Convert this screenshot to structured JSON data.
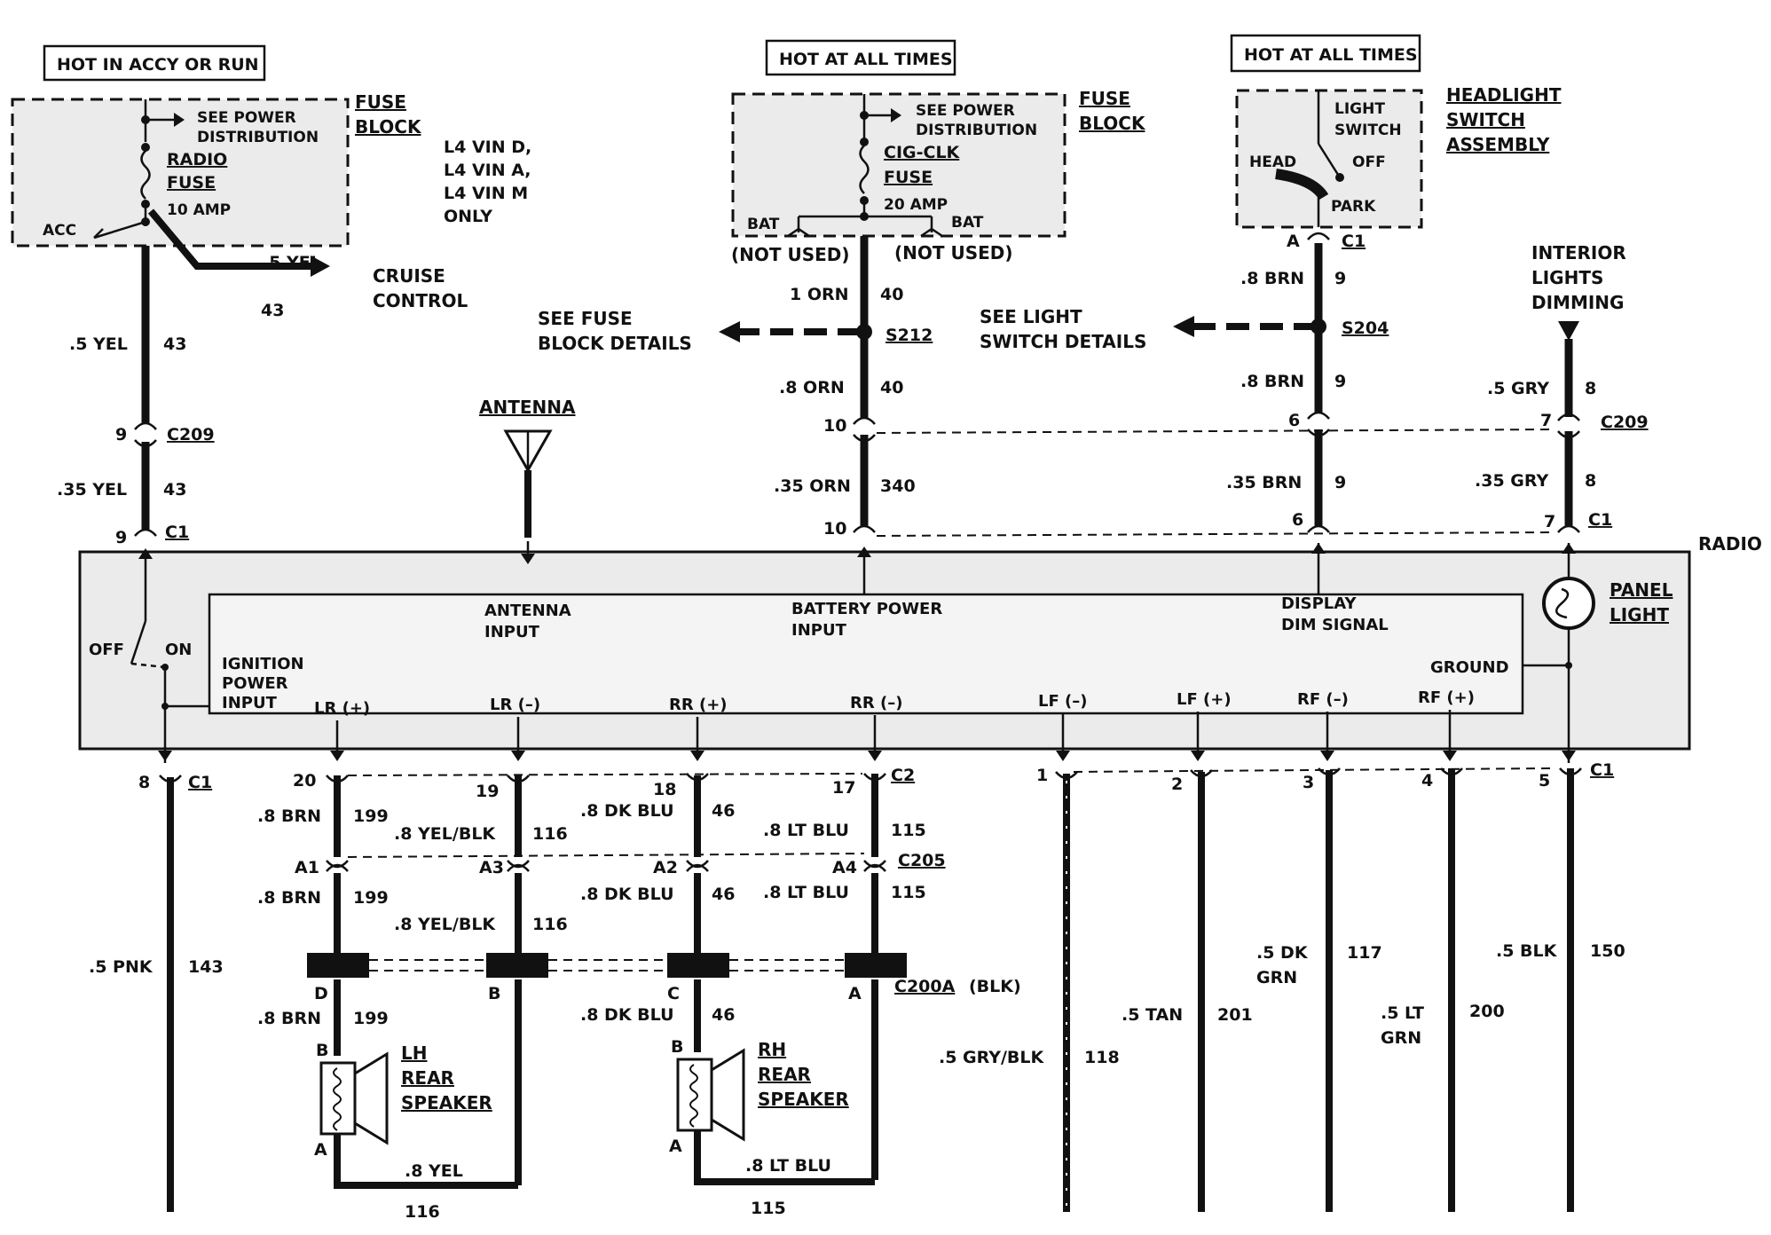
{
  "top_labels": {
    "hot_accy_run": "HOT IN ACCY OR RUN",
    "hot_all_times_1": "HOT AT ALL TIMES",
    "hot_all_times_2": "HOT AT ALL TIMES"
  },
  "fuse_block_left": {
    "see_power_1": "SEE POWER",
    "see_power_2": "DISTRIBUTION",
    "fuse_name_1": "RADIO",
    "fuse_name_2": "FUSE",
    "fuse_rating": "10 AMP",
    "acc": "ACC",
    "block_1": "FUSE",
    "block_2": "BLOCK"
  },
  "vin_note": [
    "L4 VIN D,",
    "L4 VIN A,",
    "L4 VIN M",
    "ONLY"
  ],
  "cruise": {
    "wire": ".5 YEL",
    "circuit": "43",
    "label_1": "CRUISE",
    "label_2": "CONTROL"
  },
  "fuse_block_center": {
    "see_power_1": "SEE POWER",
    "see_power_2": "DISTRIBUTION",
    "fuse_name_1": "CIG-CLK",
    "fuse_name_2": "FUSE",
    "fuse_rating": "20 AMP",
    "bat_left": "BAT",
    "bat_right": "BAT",
    "not_used_left": "(NOT USED)",
    "not_used_right": "(NOT USED)",
    "block_1": "FUSE",
    "block_2": "BLOCK"
  },
  "headlight": {
    "light_switch_1": "LIGHT",
    "light_switch_2": "SWITCH",
    "head": "HEAD",
    "off": "OFF",
    "park": "PARK",
    "assembly_1": "HEADLIGHT",
    "assembly_2": "SWITCH",
    "assembly_3": "ASSEMBLY",
    "pin": "A",
    "connector": "C1"
  },
  "see_fuse_details": [
    "SEE FUSE",
    "BLOCK DETAILS"
  ],
  "see_light_details": [
    "SEE LIGHT",
    "SWITCH DETAILS"
  ],
  "interior": [
    "INTERIOR",
    "LIGHTS",
    "DIMMING"
  ],
  "antenna": "ANTENNA",
  "splices": {
    "s212": "S212",
    "s204": "S204"
  },
  "upper_wires": {
    "yel_wire_1": ".5 YEL",
    "yel_circ_1": "43",
    "yel_wire_2": ".35 YEL",
    "yel_circ_2": "43",
    "orn_wire_1": "1 ORN",
    "orn_circ_1": "40",
    "orn_wire_2": ".8 ORN",
    "orn_circ_2": "40",
    "orn_wire_3": ".35 ORN",
    "orn_circ_3": "340",
    "brn_wire_1": ".8 BRN",
    "brn_circ_1": "9",
    "brn_wire_2": ".8 BRN",
    "brn_circ_2": "9",
    "brn_wire_3": ".35 BRN",
    "brn_circ_3": "9",
    "gry_wire_1": ".5 GRY",
    "gry_circ_1": "8",
    "gry_wire_2": ".35 GRY",
    "gry_circ_2": "8"
  },
  "c209": {
    "name_left": "C209",
    "name_right": "C209",
    "pin_yel": "9",
    "pin_orn": "10",
    "pin_brn": "6",
    "pin_gry": "7"
  },
  "c1_top": {
    "name_left": "C1",
    "name_right": "C1",
    "pin_yel": "9",
    "pin_orn": "10",
    "pin_brn": "6",
    "pin_gry": "7"
  },
  "radio": {
    "title": "RADIO",
    "off": "OFF",
    "on": "ON",
    "ignition_1": "IGNITION",
    "ignition_2": "POWER",
    "ignition_3": "INPUT",
    "antenna_1": "ANTENNA",
    "antenna_2": "INPUT",
    "battery_1": "BATTERY POWER",
    "battery_2": "INPUT",
    "display_1": "DISPLAY",
    "display_2": "DIM SIGNAL",
    "ground": "GROUND",
    "panel_1": "PANEL",
    "panel_2": "LIGHT",
    "outputs": [
      "LR (+)",
      "LR (–)",
      "RR (+)",
      "RR (–)",
      "LF (–)",
      "LF (+)",
      "RF (–)",
      "RF (+)"
    ]
  },
  "bottom_pins": {
    "c1_left": "C1",
    "c1_right": "C1",
    "c2": "C2",
    "p8": "8",
    "p20": "20",
    "p19": "19",
    "p18": "18",
    "p17": "17",
    "p1": "1",
    "p2": "2",
    "p3": "3",
    "p4": "4",
    "p5": "5"
  },
  "c205": {
    "name": "C205",
    "a1": "A1",
    "a3": "A3",
    "a2": "A2",
    "a4": "A4"
  },
  "c200a": {
    "name": "C200A",
    "color": "(BLK)",
    "d": "D",
    "b": "B",
    "c": "C",
    "a": "A"
  },
  "lower_wires": {
    "pnk_wire": ".5 PNK",
    "pnk_circ": "143",
    "brn_wire_1": ".8 BRN",
    "brn_circ_1": "199",
    "brn_wire_2": ".8 BRN",
    "brn_circ_2": "199",
    "brn_wire_3": ".8 BRN",
    "brn_circ_3": "199",
    "yelblk_wire_1": ".8 YEL/BLK",
    "yelblk_circ_1": "116",
    "yelblk_wire_2": ".8 YEL/BLK",
    "yelblk_circ_2": "116",
    "dkblu_wire_1": ".8 DK BLU",
    "dkblu_circ_1": "46",
    "dkblu_wire_2": ".8 DK BLU",
    "dkblu_circ_2": "46",
    "dkblu_wire_3": ".8 DK BLU",
    "dkblu_circ_3": "46",
    "ltblu_wire_1": ".8 LT BLU",
    "ltblu_circ_1": "115",
    "ltblu_wire_2": ".8 LT BLU",
    "ltblu_circ_2": "115",
    "yel_bottom": ".8 YEL",
    "yel_bottom_circ": "116",
    "ltblu_bottom": ".8 LT BLU",
    "ltblu_bottom_circ": "115",
    "grybLK_wire": ".5 GRY/BLK",
    "grybLK_circ": "118",
    "tan_wire": ".5 TAN",
    "tan_circ": "201",
    "dkgrn_wire_1": ".5 DK",
    "dkgrn_wire_2": "GRN",
    "dkgrn_circ": "117",
    "ltgrn_wire_1": ".5 LT",
    "ltgrn_wire_2": "GRN",
    "ltgrn_circ": "200",
    "blk_wire": ".5 BLK",
    "blk_circ": "150"
  },
  "speakers": {
    "lh": [
      "LH",
      "REAR",
      "SPEAKER"
    ],
    "rh": [
      "RH",
      "REAR",
      "SPEAKER"
    ],
    "pin_b": "B",
    "pin_a": "A"
  }
}
